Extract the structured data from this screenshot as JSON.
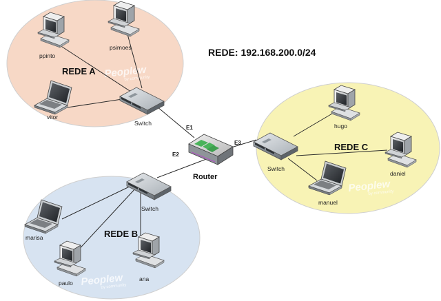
{
  "title": "REDE: 192.168.200.0/24",
  "networks": [
    {
      "key": "a",
      "label": "REDE A",
      "color": "#f7d8c6"
    },
    {
      "key": "b",
      "label": "REDE B",
      "color": "#d7e3f1"
    },
    {
      "key": "c",
      "label": "REDE C",
      "color": "#f8f3b5"
    }
  ],
  "devices": {
    "ppinto": "ppinto",
    "psimoes": "psimoes",
    "vitor": "vitor",
    "switch_a": "Switch",
    "router": "Router",
    "switch_b": "Switch",
    "marisa": "marisa",
    "paulo": "paulo",
    "ana": "ana",
    "switch_c": "Switch",
    "hugo": "hugo",
    "daniel": "daniel",
    "manuel": "manuel"
  },
  "ports": {
    "e1": "E1",
    "e2": "E2",
    "e3": "E3"
  },
  "watermark": {
    "brand": "Peoplew",
    "tagline": "by community"
  }
}
